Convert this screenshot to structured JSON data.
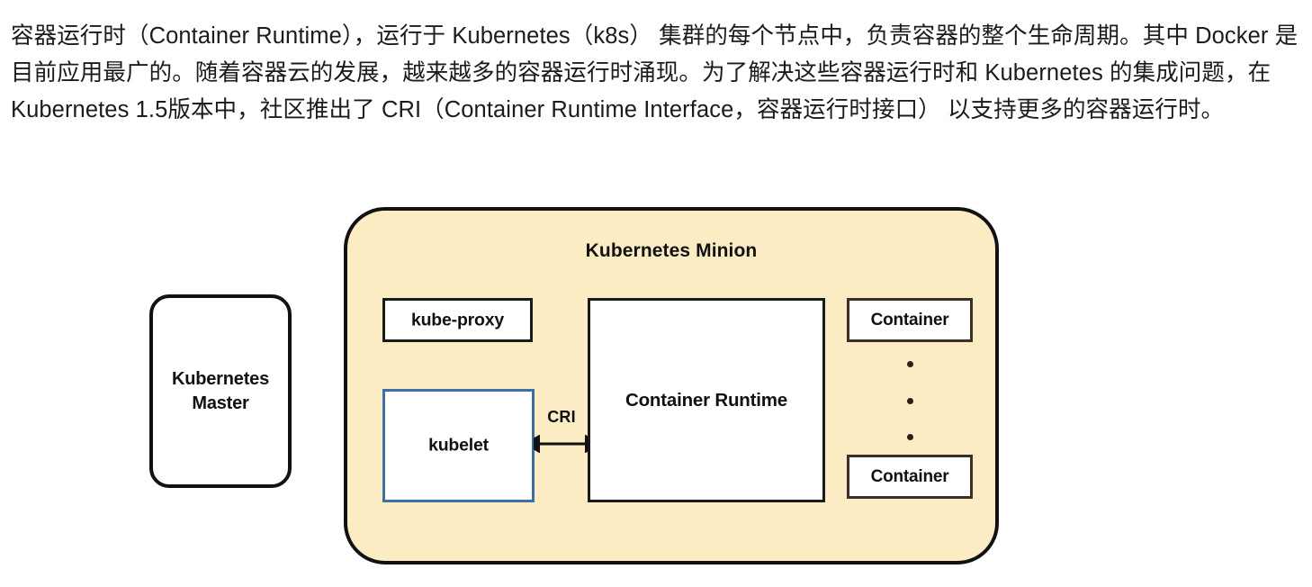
{
  "article": {
    "paragraph": "容器运行时（Container Runtime），运行于 Kubernetes（k8s） 集群的每个节点中，负责容器的整个生命周期。其中 Docker 是目前应用最广的。随着容器云的发展，越来越多的容器运行时涌现。为了解决这些容器运行时和 Kubernetes 的集成问题，在 Kubernetes 1.5版本中，社区推出了 CRI（Container Runtime Interface，容器运行时接口） 以支持更多的容器运行时。"
  },
  "diagram": {
    "type": "block-diagram",
    "title": "Kubernetes Minion",
    "colors": {
      "minion_fill": "#FBECC4",
      "minion_border": "#111111",
      "node_fill": "#FFFFFF",
      "node_border": "#1A1A1A",
      "kubelet_border": "#3D6FA5",
      "container_border": "#3A3027",
      "text": "#111111"
    },
    "master": {
      "line1": "Kubernetes",
      "line2": "Master"
    },
    "nodes": {
      "kube_proxy": "kube-proxy",
      "kubelet": "kubelet",
      "container_runtime": "Container Runtime"
    },
    "connector": {
      "label": "CRI",
      "from": "kubelet",
      "to": "Container Runtime",
      "direction": "bidirectional"
    },
    "containers": [
      {
        "label": "Container"
      },
      {
        "label": "Container"
      }
    ],
    "ellipsis_dots": 3
  }
}
